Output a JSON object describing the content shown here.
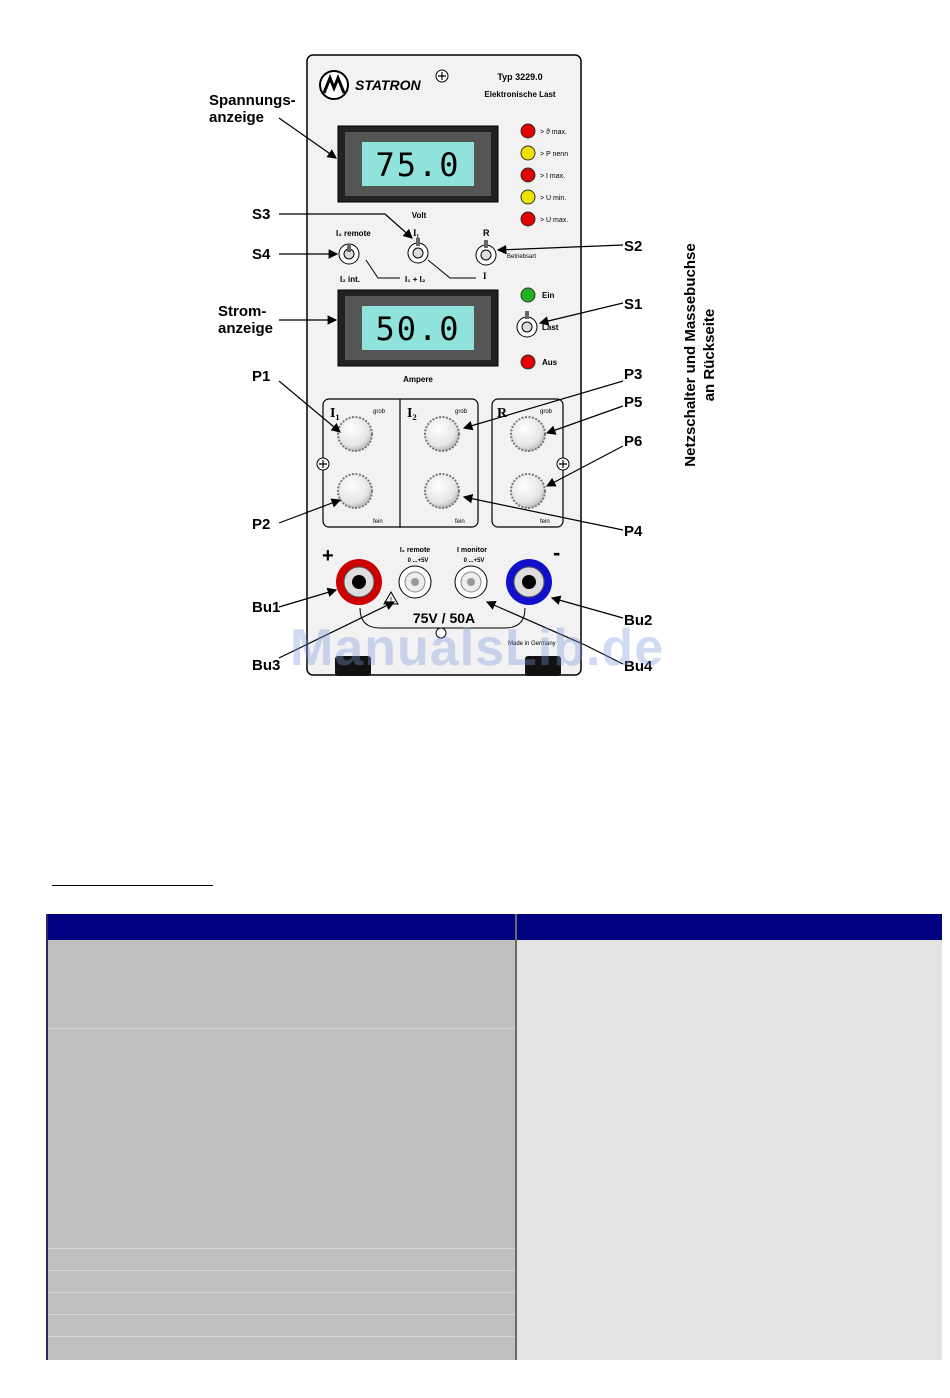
{
  "panel": {
    "brand": "STATRON",
    "type_label": "Typ 3229.0",
    "subtitle": "Elektronische Last",
    "voltage_display": "75.0",
    "voltage_unit": "Volt",
    "current_display": "50.0",
    "current_unit": "Ampere",
    "leds": [
      {
        "label": "> ϑ max.",
        "color": "#e00000"
      },
      {
        "label": "> P nenn",
        "color": "#f0e000"
      },
      {
        "label": "> I max.",
        "color": "#e00000"
      },
      {
        "label": "> U min.",
        "color": "#f0e000"
      },
      {
        "label": "> U max.",
        "color": "#e00000"
      }
    ],
    "led_on": {
      "label": "Ein",
      "color": "#20b020"
    },
    "led_off": {
      "label": "Aus",
      "color": "#e00000"
    },
    "switch_labels": {
      "i2_remote": "I₂ remote",
      "i2_int": "I₂ int.",
      "i1": "I₁",
      "i1_plus_i2": "I₁ + I₂",
      "i": "I",
      "r": "R",
      "betriebsart": "Betriebsart",
      "last": "Last"
    },
    "knob_groups": [
      {
        "title": "I₁",
        "top": "grob",
        "bottom": "fein"
      },
      {
        "title": "I₂",
        "top": "grob",
        "bottom": "fein"
      },
      {
        "title": "R",
        "top": "grob",
        "bottom": "fein"
      }
    ],
    "jacks": {
      "plus": "+",
      "minus": "-",
      "i2_remote": "I₂ remote",
      "i2_remote_range": "0 ...+5V",
      "i_monitor": "I monitor",
      "i_monitor_range": "0 ...+5V",
      "rating": "75V / 50A",
      "made_in": "Made in Germany",
      "plus_color": "#cc0000",
      "minus_color": "#1010cc"
    }
  },
  "callouts": {
    "spannungsanzeige_1": "Spannungs-",
    "spannungsanzeige_2": "anzeige",
    "stromanzeige_1": "Strom-",
    "stromanzeige_2": "anzeige",
    "s1": "S1",
    "s2": "S2",
    "s3": "S3",
    "s4": "S4",
    "p1": "P1",
    "p2": "P2",
    "p3": "P3",
    "p4": "P4",
    "p5": "P5",
    "p6": "P6",
    "bu1": "Bu1",
    "bu2": "Bu2",
    "bu3": "Bu3",
    "bu4": "Bu4"
  },
  "side_note": {
    "line1": "Netzschalter und Massebuchse",
    "line2": "an Rückseite"
  },
  "watermark": "ManualsLib.de",
  "colors": {
    "panel_bg": "#f2f2f2",
    "lcd_bg": "#8fe3dc",
    "table_header": "#000080",
    "table_left": "#c0c0c0",
    "table_right": "#e3e3e3"
  }
}
